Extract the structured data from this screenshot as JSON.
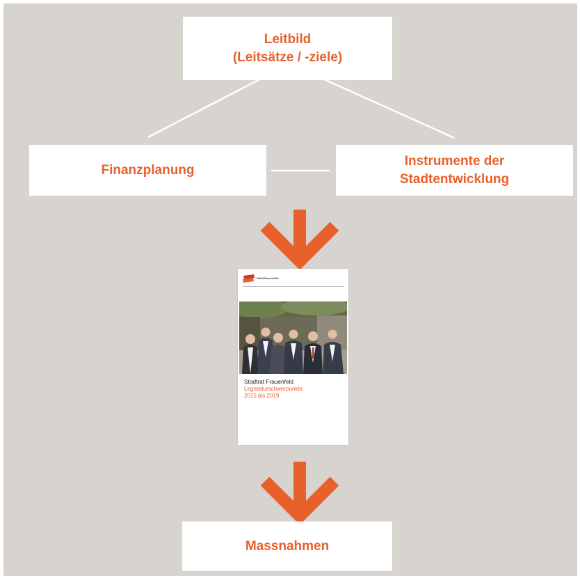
{
  "diagram": {
    "top_box": {
      "line1": "Leitbild",
      "line2": "(Leitsätze / -ziele)"
    },
    "left_box": {
      "label": "Finanzplanung"
    },
    "right_box": {
      "line1": "Instrumente der",
      "line2": "Stadtentwicklung"
    },
    "bottom_box": {
      "label": "Massnahmen"
    },
    "document": {
      "logo_text": "Stadt Frauenfeld",
      "title": "Stadtrat Frauenfeld",
      "subtitle_line1": "Legislaturschwerpunkte",
      "subtitle_line2": "2015 bis 2019"
    }
  },
  "colors": {
    "accent": "#e8612c",
    "background": "#d7d3cf",
    "box": "#ffffff",
    "connector": "#ffffff"
  },
  "icons": [
    "arrow-down-icon",
    "arrow-down-icon",
    "city-logo-icon"
  ]
}
